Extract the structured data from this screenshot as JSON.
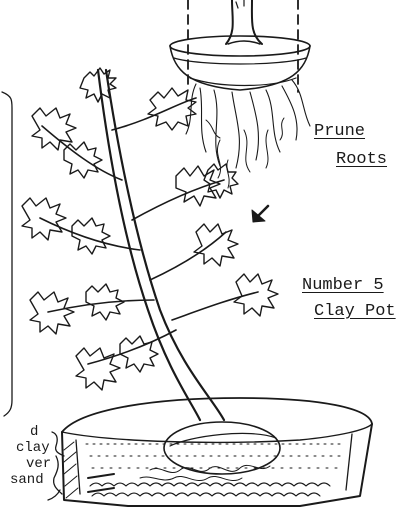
{
  "labels": {
    "prune_line1": "Prune",
    "prune_line2": "Roots",
    "pot_line1": "Number 5",
    "pot_line2": "Clay Pot",
    "layers": [
      "d",
      "clay",
      "ver",
      "sand"
    ]
  },
  "colors": {
    "ink": "#1a1a1a",
    "paper": "#ffffff"
  }
}
